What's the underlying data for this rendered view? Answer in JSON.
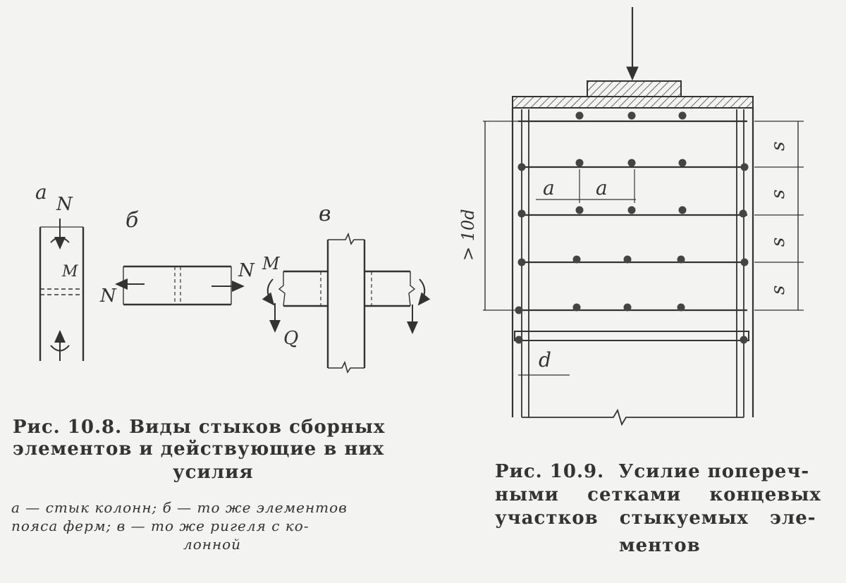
{
  "fig8": {
    "labels": {
      "a": "а",
      "b": "б",
      "v": "в",
      "N": "N",
      "M": "M",
      "Q": "Q"
    },
    "caption_line1": "Рис. 10.8. Виды стыков сборных",
    "caption_line2": "элементов   и  действующие  в  них",
    "caption_line3": "усилия",
    "sub_line1": "а — стык колонн; б — то же элементов",
    "sub_line2": "пояса ферм; в — то же ригеля с ко-",
    "sub_line3": "лонной"
  },
  "fig9": {
    "labels": {
      "a": "a",
      "s": "s",
      "d": "d",
      "ten_d": "> 10d"
    },
    "caption_line1": "Рис. 10.9.  Усилие попереч-",
    "caption_line2": "ными    сетками    концевых",
    "caption_line3": "участков   стыкуемых   эле-",
    "caption_line4": "ментов"
  }
}
